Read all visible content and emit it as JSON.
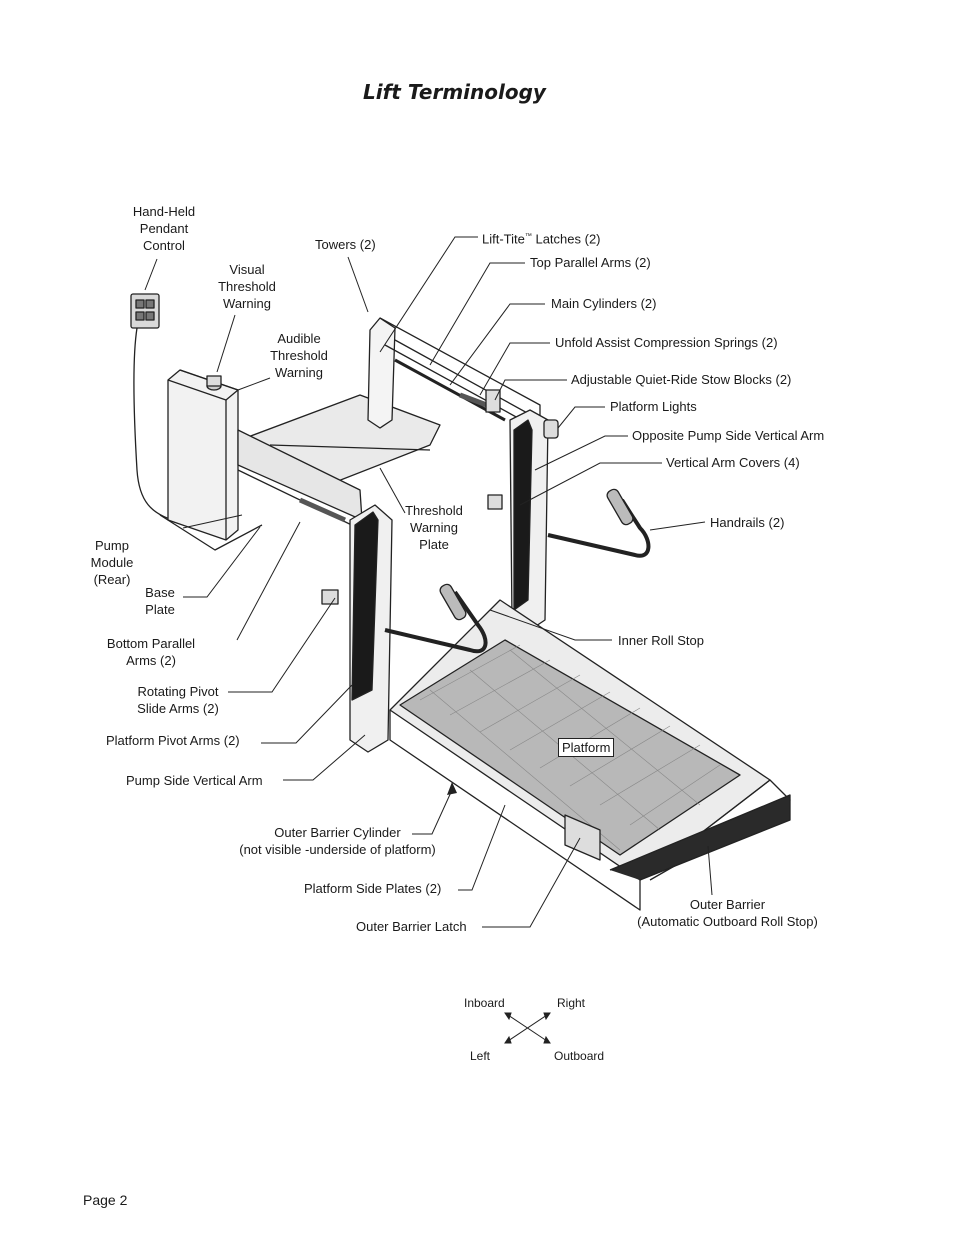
{
  "title": "Lift Terminology",
  "labels": {
    "pendant": [
      "Hand-Held",
      "Pendant",
      "Control"
    ],
    "visual": [
      "Visual",
      "Threshold",
      "Warning"
    ],
    "audible": [
      "Audible",
      "Threshold",
      "Warning"
    ],
    "towers": "Towers (2)",
    "latches_pre": "Lift-Tite",
    "latches_tm": "™",
    "latches_post": " Latches (2)",
    "top_arms": "Top Parallel Arms (2)",
    "main_cyl": "Main Cylinders (2)",
    "springs": "Unfold Assist Compression Springs (2)",
    "stow_blocks": "Adjustable Quiet-Ride Stow Blocks (2)",
    "lights": "Platform Lights",
    "opp_arm": "Opposite Pump Side Vertical Arm",
    "covers": "Vertical Arm Covers (4)",
    "handrails": "Handrails (2)",
    "threshold_plate": [
      "Threshold",
      "Warning",
      "Plate"
    ],
    "pump": [
      "Pump",
      "Module",
      "(Rear)"
    ],
    "base": [
      "Base",
      "Plate"
    ],
    "bottom_arms": [
      "Bottom Parallel",
      "Arms (2)"
    ],
    "inner_stop": "Inner Roll Stop",
    "rotating": [
      "Rotating Pivot",
      "Slide Arms (2)"
    ],
    "pivot_arms": "Platform Pivot Arms (2)",
    "platform": "Platform",
    "pump_arm": "Pump Side Vertical Arm",
    "barrier_cyl": [
      "Outer Barrier Cylinder",
      "(not visible -underside of platform)"
    ],
    "side_plates": "Platform Side Plates (2)",
    "barrier_latch": "Outer Barrier Latch",
    "outer_barrier": [
      "Outer Barrier",
      "(Automatic Outboard Roll Stop)"
    ]
  },
  "compass": {
    "inboard": "Inboard",
    "right": "Right",
    "left": "Left",
    "outboard": "Outboard"
  },
  "page": "Page 2"
}
